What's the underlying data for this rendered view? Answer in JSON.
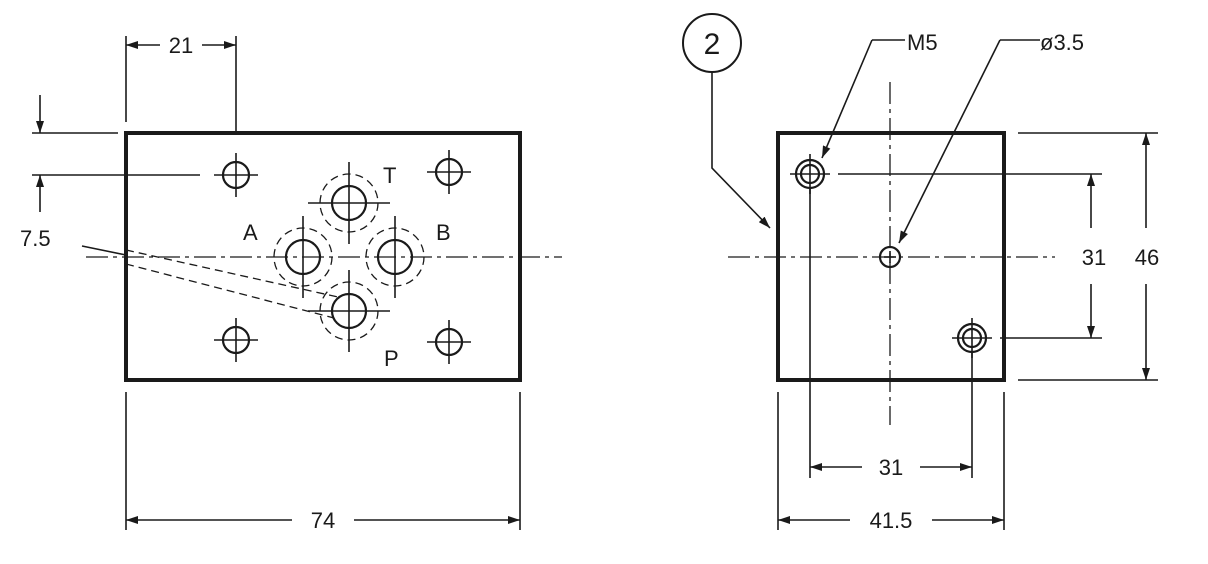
{
  "left_view": {
    "dim_top": "21",
    "dim_left": "7.5",
    "dim_bottom": "74",
    "ports": {
      "T": "T",
      "A": "A",
      "B": "B",
      "P": "P"
    }
  },
  "right_view": {
    "callout": "2",
    "label_thread": "M5",
    "label_diameter": "ø3.5",
    "dim_vertical_inner": "31",
    "dim_vertical_outer": "46",
    "dim_horizontal_inner": "31",
    "dim_horizontal_outer": "41.5"
  }
}
